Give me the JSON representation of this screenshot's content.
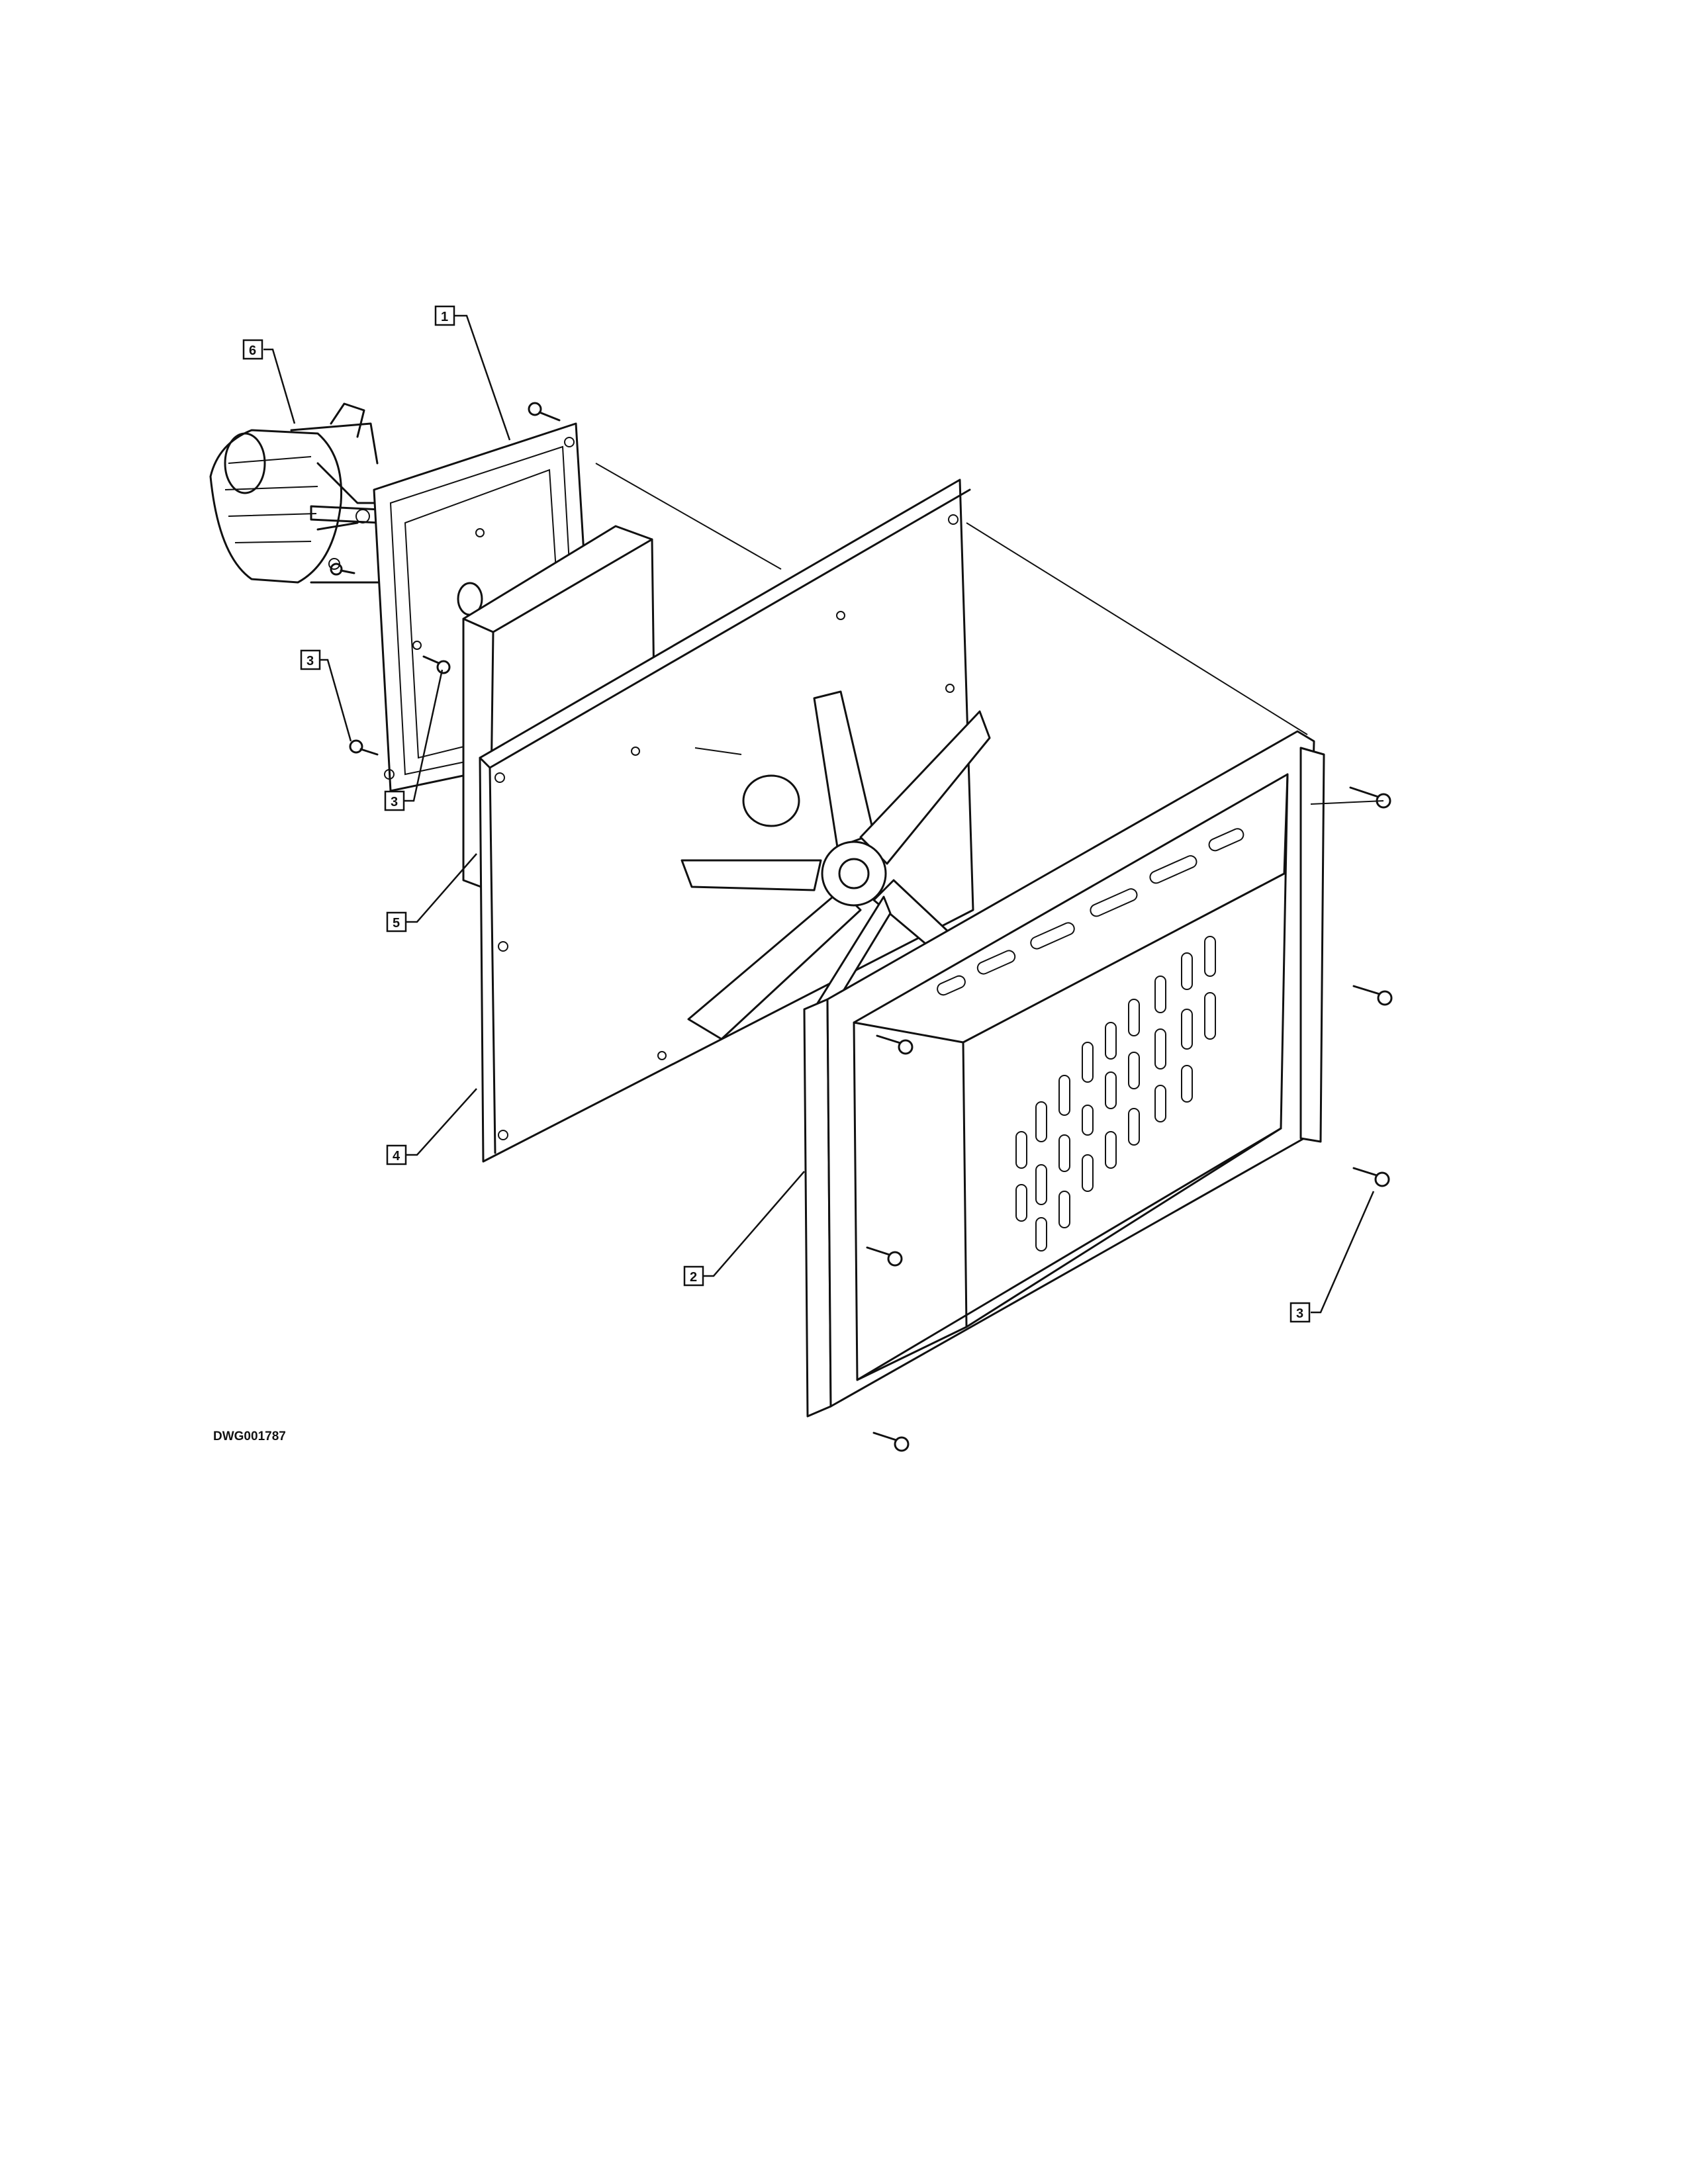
{
  "drawing_number": "DWG001787",
  "callouts": [
    {
      "id": "c1",
      "label": "1"
    },
    {
      "id": "c6",
      "label": "6"
    },
    {
      "id": "c3a",
      "label": "3"
    },
    {
      "id": "c3b",
      "label": "3"
    },
    {
      "id": "c5",
      "label": "5"
    },
    {
      "id": "c4",
      "label": "4"
    },
    {
      "id": "c2",
      "label": "2"
    },
    {
      "id": "c3c",
      "label": "3"
    }
  ],
  "colors": {
    "ink": "#111111",
    "paper": "#ffffff"
  }
}
